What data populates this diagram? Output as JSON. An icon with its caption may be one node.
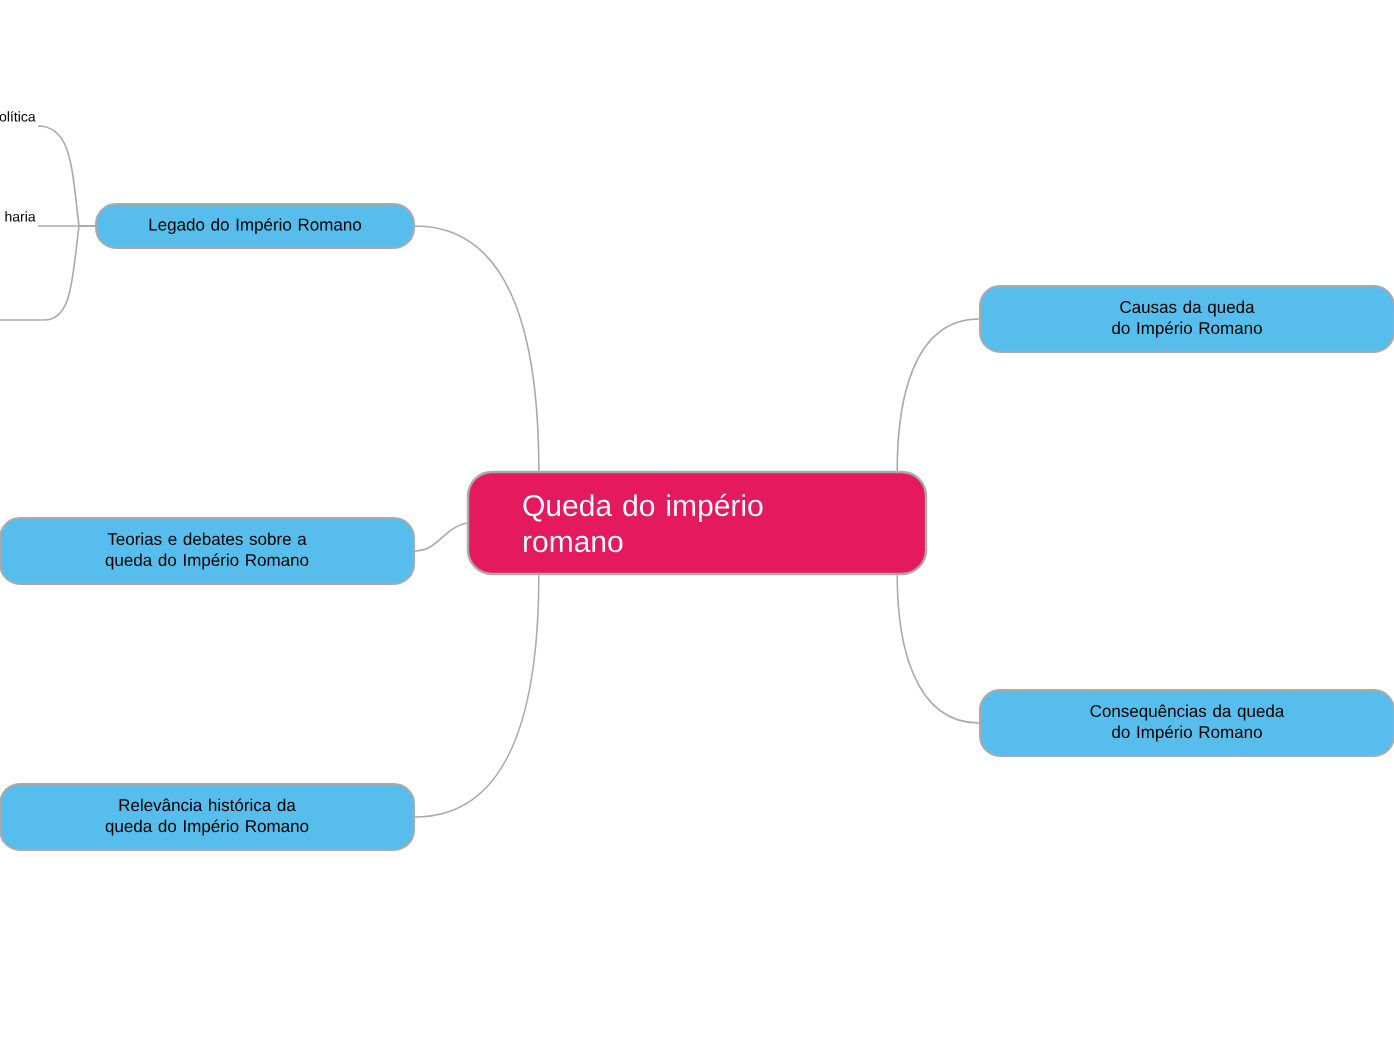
{
  "diagram": {
    "nodes": [
      {
        "text": [
          "Queda do império romano"
        ]
      },
      {
        "text": [
          "Legado do Império Romano"
        ]
      },
      {
        "text": [
          "olítica"
        ]
      },
      {
        "text": [
          "haria"
        ]
      },
      {
        "text": [
          "Teorias e debates sobre a queda do Império Romano"
        ]
      },
      {
        "text": [
          "Relevância histórica da queda do Império Romano"
        ]
      },
      {
        "text": [
          "Causas da queda do Império Romano"
        ]
      },
      {
        "text": [
          "Consequências da queda do Império Romano"
        ]
      }
    ],
    "edges": [
      {
        "from": 0,
        "to": 1,
        "arrow": "none"
      },
      {
        "from": 1,
        "to": 2,
        "arrow": "none"
      },
      {
        "from": 1,
        "to": 3,
        "arrow": "none"
      },
      {
        "from": 1,
        "to": null,
        "arrow": "none"
      },
      {
        "from": 0,
        "to": 4,
        "arrow": "none"
      },
      {
        "from": 0,
        "to": 5,
        "arrow": "none"
      },
      {
        "from": 0,
        "to": 6,
        "arrow": "none"
      },
      {
        "from": 0,
        "to": 7,
        "arrow": "none"
      }
    ]
  }
}
